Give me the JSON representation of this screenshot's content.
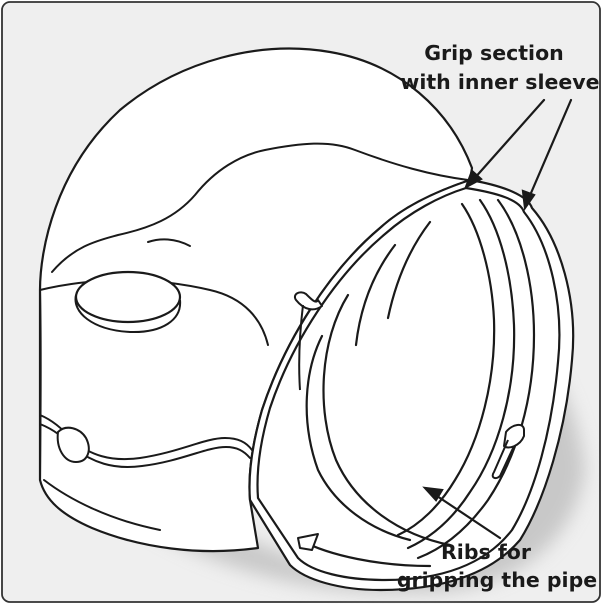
{
  "labels": {
    "grip_line1": "Grip section",
    "grip_line2": "with inner sleeve",
    "ribs_line1": "Ribs for",
    "ribs_line2": "gripping the pipe"
  },
  "colors": {
    "frame_fill": "#efefef",
    "frame_stroke": "#333333",
    "part_fill": "#ffffff",
    "line": "#1a1a1a",
    "shadow": "#bdbdbd"
  }
}
